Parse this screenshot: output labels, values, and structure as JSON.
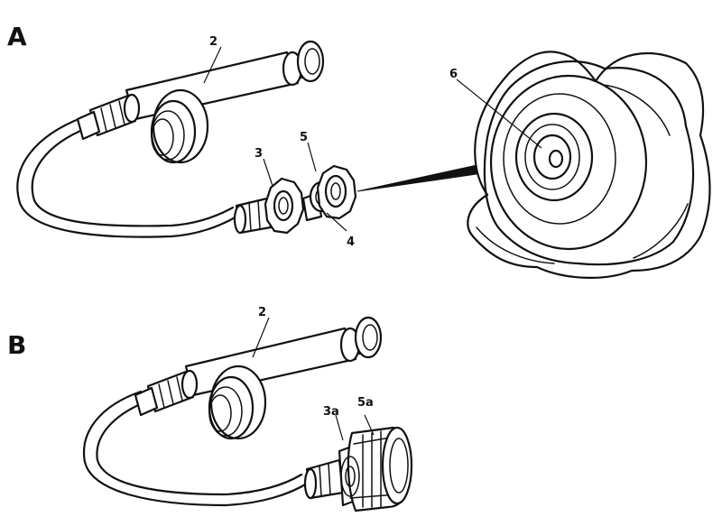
{
  "panels": [
    {
      "letter": "A"
    },
    {
      "letter": "B"
    }
  ],
  "callouts": {
    "a_pump": "2",
    "a_adapter": "3",
    "a_seal_small": "4",
    "a_seal_large": "5",
    "a_cap_valve": "6",
    "b_pump": "2",
    "b_adapter": "3a",
    "b_collar": "5a"
  }
}
